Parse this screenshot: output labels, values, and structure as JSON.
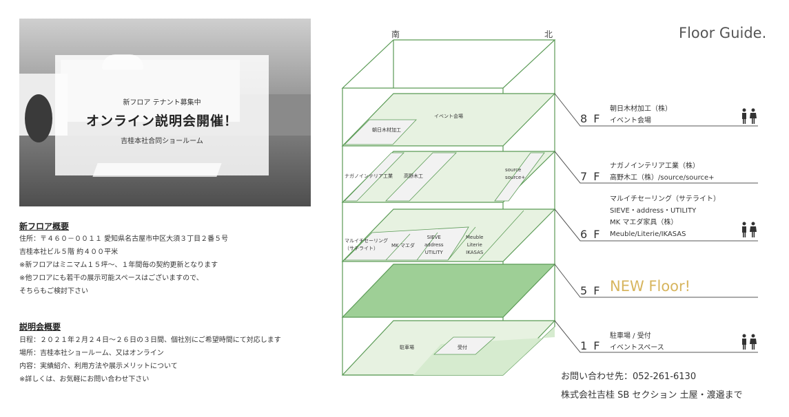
{
  "hero": {
    "sub": "新フロア テナント募集中",
    "title": "オンライン説明会開催！",
    "place": "吉桂本社合同ショールーム"
  },
  "section_floor": {
    "title": "新フロア概要",
    "lines": [
      "住所：〒４６０－００１１ 愛知県名古屋市中区大須３丁目２番５号",
      "吉桂本社ビル５階 約４００平米",
      "※新フロアはミニマム１５坪～、１年間毎の契約更新となります",
      "※他フロアにも若干の展示可能スペースはございますので、",
      "そちらもご検討下さい"
    ]
  },
  "section_event": {
    "title": "説明会概要",
    "lines": [
      "日程：２０２１年２月２４日～２６日の３日間、個社別にご希望時間にて対応します",
      "場所：吉桂本社ショールーム、又はオンライン",
      "内容：実績紹介、利用方法や展示メリットについて",
      "※詳しくは、お気軽にお問い合わせ下さい"
    ]
  },
  "guide": {
    "title": "Floor Guide.",
    "south": "南",
    "north": "北"
  },
  "diagram": {
    "f8": {
      "a": "イベント会場",
      "b": "朝日木材加工"
    },
    "f7": {
      "a": "ナガノインテリア工業",
      "b": "高野木工",
      "c1": "source",
      "c2": "source+"
    },
    "f6": {
      "a1": "マルイチセーリング",
      "a2": "（サテライト）",
      "b": "MK マエダ",
      "c1": "SIEVE",
      "c2": "address",
      "c3": "UTILITY",
      "d1": "Meuble",
      "d2": "Literie",
      "d3": "IKASAS"
    },
    "f1": {
      "a": "駐車場",
      "b": "受付"
    }
  },
  "floors": {
    "f8": {
      "num": "8 F",
      "lines": [
        "朝日木材加工（株）",
        "イベント会場"
      ]
    },
    "f7": {
      "num": "7 F",
      "lines": [
        "ナガノインテリア工業（株）",
        "高野木工（株）/source/source+"
      ]
    },
    "f6": {
      "num": "6 F",
      "lines": [
        "マルイチセーリング（サテライト）",
        "SIEVE・address・UTILITY",
        "MK マエダ家具（株）",
        "Meuble/Literie/IKASAS"
      ]
    },
    "f5": {
      "num": "5 F",
      "new": "NEW Floor!"
    },
    "f1": {
      "num": "1 F",
      "lines": [
        "駐車場 / 受付",
        "イベントスペース"
      ]
    }
  },
  "contact": {
    "line1": "お問い合わせ先：052-261-6130",
    "line2": "株式会社吉桂 SB セクション 土屋・渡邉まで"
  },
  "colors": {
    "green_line": "#5a9a55",
    "floor_light": "#e7f2e1",
    "floor_5": "#9ecf96",
    "accent_gold": "#d7b55e"
  }
}
